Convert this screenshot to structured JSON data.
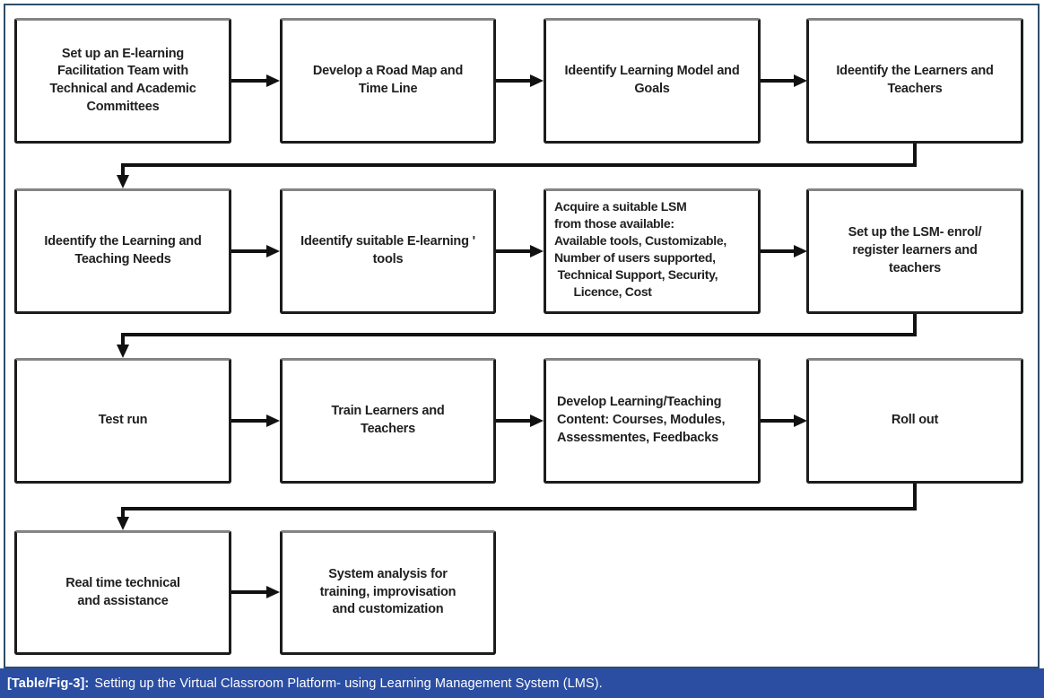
{
  "caption": {
    "prefix": "[Table/Fig-3]:",
    "text": "Setting up the Virtual Classroom Platform- using Learning Management System (LMS)."
  },
  "colors": {
    "caption_bg": "#2b4ea3",
    "caption_text": "#ffffff",
    "frame_border": "#2e4d68",
    "box_border": "#1c1c1c",
    "box_border_top": "#848484",
    "arrow": "#111111",
    "text": "#1f1f1f"
  },
  "icons": {
    "arrow_right": "arrow-right-icon",
    "arrow_down": "arrow-down-icon"
  },
  "flow": {
    "type": "flowchart",
    "steps": [
      {
        "id": 1,
        "text": "Set up an E-learning\nFacilitation Team with\nTechnical and Academic\nCommittees"
      },
      {
        "id": 2,
        "text": "Develop a Road Map and\nTime Line"
      },
      {
        "id": 3,
        "text": "Ideentify Learning Model and\nGoals"
      },
      {
        "id": 4,
        "text": "Ideentify the Learners and\nTeachers"
      },
      {
        "id": 5,
        "text": "Ideentify the Learning and\nTeaching Needs"
      },
      {
        "id": 6,
        "text": "Ideentify suitable E-learning '\ntools"
      },
      {
        "id": 7,
        "text": "Acquire a suitable LSM\nfrom those available:\nAvailable tools, Customizable,\nNumber of users supported,\n Technical Support, Security,\n      Licence, Cost"
      },
      {
        "id": 8,
        "text": "Set up the LSM- enrol/\nregister learners and\nteachers"
      },
      {
        "id": 9,
        "text": "Test run"
      },
      {
        "id": 10,
        "text": "Train Learners and\nTeachers"
      },
      {
        "id": 11,
        "text": "Develop Learning/Teaching\nContent: Courses, Modules,\nAssessmentes, Feedbacks"
      },
      {
        "id": 12,
        "text": "Roll out"
      },
      {
        "id": 13,
        "text": "Real time technical\nand assistance"
      },
      {
        "id": 14,
        "text": "System analysis for\ntraining, improvisation\nand customization"
      }
    ],
    "edges": [
      [
        1,
        2
      ],
      [
        2,
        3
      ],
      [
        3,
        4
      ],
      [
        4,
        5
      ],
      [
        5,
        6
      ],
      [
        6,
        7
      ],
      [
        7,
        8
      ],
      [
        8,
        9
      ],
      [
        9,
        10
      ],
      [
        10,
        11
      ],
      [
        11,
        12
      ],
      [
        12,
        13
      ],
      [
        13,
        14
      ]
    ]
  }
}
